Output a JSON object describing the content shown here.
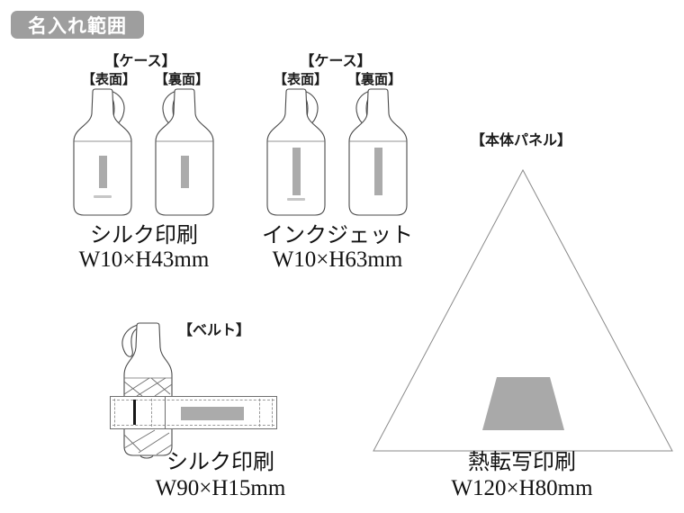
{
  "badge": {
    "label": "名入れ範囲"
  },
  "sections": {
    "case_silk": {
      "title": "【ケース】",
      "front_label": "【表面】",
      "back_label": "【裏面】",
      "method": "シルク印刷",
      "size": "W10×H43mm"
    },
    "case_inkjet": {
      "title": "【ケース】",
      "front_label": "【表面】",
      "back_label": "【裏面】",
      "method": "インクジェット",
      "size": "W10×H63mm"
    },
    "body_panel": {
      "title": "【本体パネル】",
      "method": "熱転写印刷",
      "size": "W120×H80mm"
    },
    "belt": {
      "title": "【ベルト】",
      "method": "シルク印刷",
      "size": "W90×H15mm"
    }
  },
  "colors": {
    "badge_bg": "#9e9e9e",
    "print_area_gray": "#ababab",
    "panel_print_gray": "#a9a9a9",
    "outline": "#4a4a4a"
  }
}
